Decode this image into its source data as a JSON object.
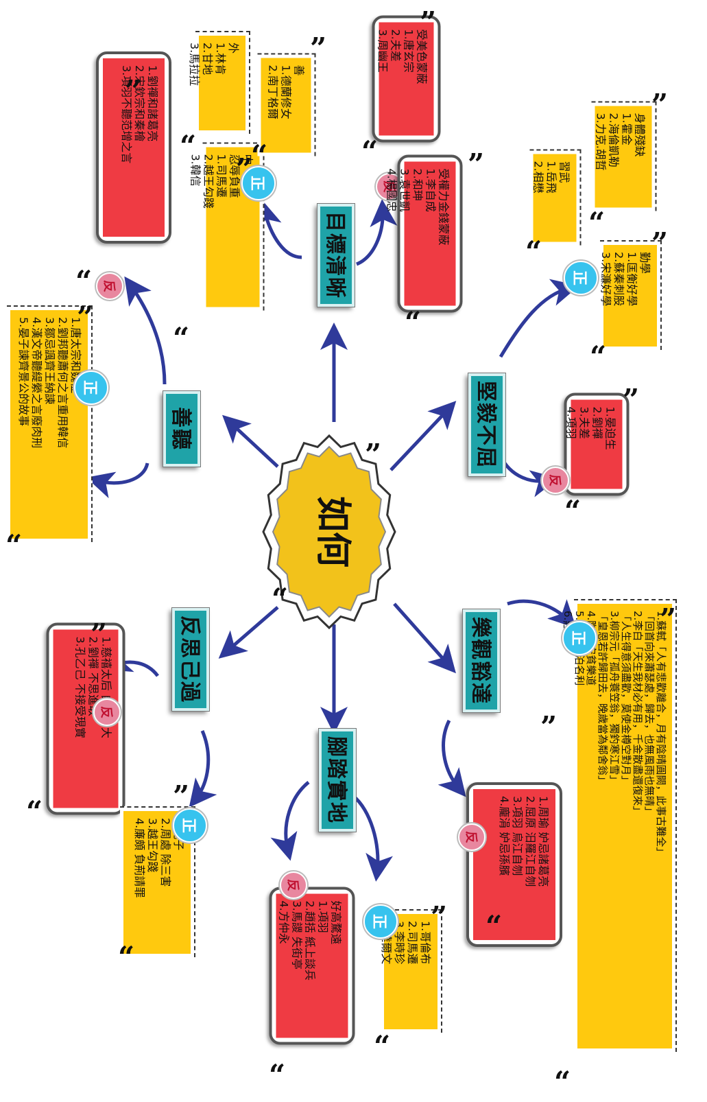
{
  "center": "如何",
  "hubs": {
    "reflect": "反思己過",
    "listen": "善聽",
    "goal": "目標清晰",
    "persevere": "堅毅不屈",
    "optimist": "樂觀豁達",
    "practical": "腳踏實地"
  },
  "badges": {
    "positive": "正",
    "negative": "反"
  },
  "notes": {
    "listen_pos": "1.唐太宗和魏征\n2.劉邦聽蕭何之言重用韓信\n3.鄒忌諷齊王納諫\n4.漢文帝聽緹縈之言廢肉刑\n5.晏子諫齊景公的故事",
    "listen_neg": "1.劉禪和諸葛亮\n2.宋欽宗和秦檜\n3.項羽不聽范增之言",
    "goal_mid": "中\n忍辱負重\n1.司馬遷\n2.越王勾踐\n3.韓信",
    "goal_out": "外\n1.林肯\n2.甘地\n3.馬拉拉",
    "goal_good": "善\n1.德蘭修女\n2.南丁格爾",
    "goal_neg1": "受美色蒙蔽\n1.唐玄宗\n2.夫差\n3.周幽王",
    "goal_neg2": "受權力金錢蒙蔽\n1.李自成\n2.和珅\n3.袁世凱\n4.楊國忠",
    "persist_martial": "習武\n1.岳飛\n2.相懋",
    "persist_body": "身體殘缺\n1.霍金\n2.海倫凱勒\n3.力克.胡哲",
    "persist_study": "勤學\n1.匡衡好學\n2.蘇秦刺股\n3.宋濂好學",
    "persist_neg": "1.晏迫生\n2.劉禪\n3.夫差\n4.項羽",
    "reflect_neg": "1.慈禧太后 自高自大\n2.劉禪 不思進取\n3.孔乙己 不接受現實",
    "reflect_pos": "1.孔子\n2.周處 除三害\n3.越王勾踐\n4.廉頗 負荊請罪",
    "practical_neg": "好高騖遠\n1.項羽\n2.趙括 紙上談兵\n3.馬謖 失街亭\n4.方仲永",
    "practical_pos": "1.哥倫布\n2.司馬遷\n3.李時珍\n4.達爾文",
    "optimist_neg": "1.周瑜 妒忌諸葛亮\n2.屈原 汨羅江自刎\n3.項羽 烏江自刎\n4.龐涓 妒忌孫臏",
    "optimist_pos": "1.蘇軾「人有悲歡離合，月有陰晴圓闕，此事古難全」\n「回首向來蕭瑟處，歸去，也無風雨也無晴」\n2.李白「天生我材必有用，千金散盡還復來」\n「人生得意須盡歡，莫使金樽空對月」\n3.柳宗元「孤舟蓑笠翁，獨釣寒江雪」\n「皇恩若許歸田去，晚歲當為鄰舍翁」\n4.陶潛 安貧樂道\n5.顏淵 淡泊名利\n6.莊子"
  },
  "colors": {
    "arrow": "#2f3a9a",
    "teal": "#1fa3a8",
    "yellow": "#ffc90e",
    "red": "#ef3b43",
    "center": "#f2c21b"
  }
}
